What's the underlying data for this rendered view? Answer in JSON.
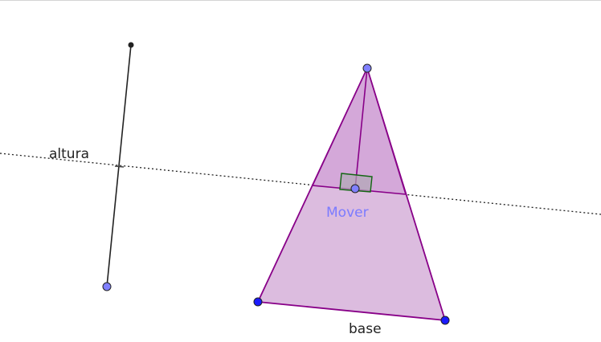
{
  "labels": {
    "altura": "altura",
    "mover": "Mover",
    "base": "base"
  },
  "colors": {
    "triangle_fill": "#dcbcdf",
    "upper_fill": "#d4a8d9",
    "triangle_stroke": "#880088",
    "segment_stroke": "#222222",
    "point_light": "#8080ff",
    "point_dark": "#1a1aff",
    "mover_label": "#7b7bff",
    "right_angle_fill": "#b0a8b5",
    "right_angle_stroke": "#116611",
    "text": "#222222"
  }
}
